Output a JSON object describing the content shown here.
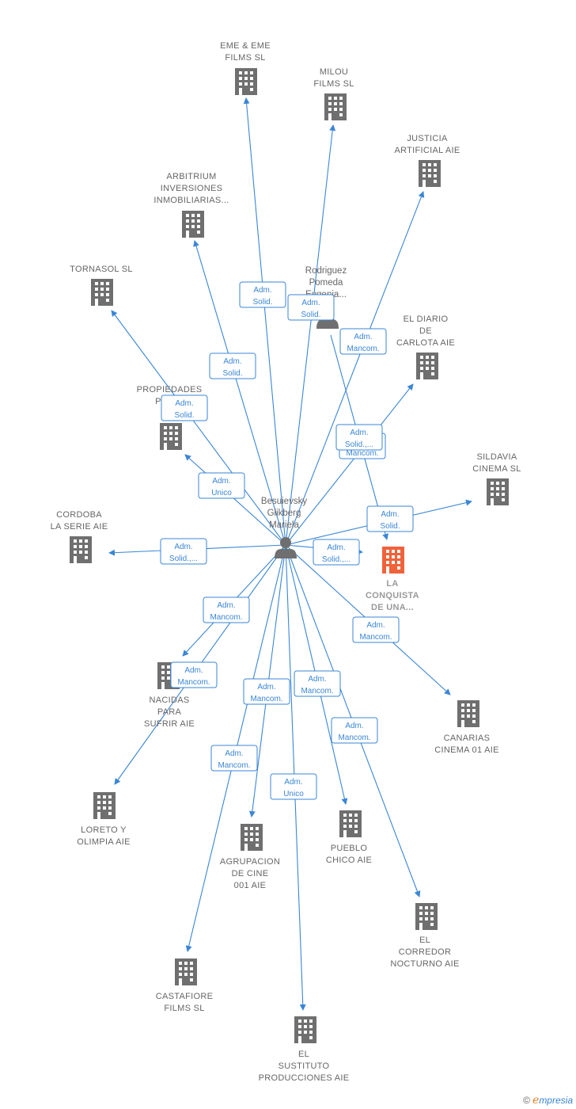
{
  "colors": {
    "edge": "#3a86d6",
    "building": "#6f6f6f",
    "building_highlight": "#f0623a",
    "person": "#6f6f6f",
    "label": "#666666"
  },
  "center": {
    "name_lines": [
      "Besuievsky",
      "Glikberg",
      "Mariela"
    ]
  },
  "secondary": {
    "name_lines": [
      "Rodriguez",
      "Pomeda",
      "Eugenia..."
    ]
  },
  "companies": [
    {
      "id": "eme",
      "lines": [
        "EME & EME",
        "FILMS  SL"
      ]
    },
    {
      "id": "milou",
      "lines": [
        "MILOU",
        "FILMS SL"
      ]
    },
    {
      "id": "justicia",
      "lines": [
        "JUSTICIA",
        "ARTIFICIAL  AIE"
      ]
    },
    {
      "id": "arbitrium",
      "lines": [
        "ARBITRIUM",
        "INVERSIONES",
        "INMOBILIARIAS..."
      ]
    },
    {
      "id": "tornasol",
      "lines": [
        "TORNASOL  SL"
      ]
    },
    {
      "id": "diario",
      "lines": [
        "EL DIARIO",
        "DE",
        "CARLOTA AIE"
      ]
    },
    {
      "id": "propiedades",
      "lines": [
        "PROPIEDADES",
        "PRINC",
        "S"
      ]
    },
    {
      "id": "sildavia",
      "lines": [
        "SILDAVIA",
        "CINEMA  SL"
      ]
    },
    {
      "id": "cordoba",
      "lines": [
        "CORDOBA",
        "LA SERIE AIE"
      ]
    },
    {
      "id": "conquista",
      "lines": [
        "LA",
        "CONQUISTA",
        "DE UNA..."
      ],
      "highlight": true
    },
    {
      "id": "nacidas",
      "lines": [
        "NACIDAS",
        "PARA",
        "SUFRIR AIE"
      ]
    },
    {
      "id": "canarias",
      "lines": [
        "CANARIAS",
        "CINEMA 01 AIE"
      ]
    },
    {
      "id": "loreto",
      "lines": [
        "LORETO Y",
        "OLIMPIA AIE"
      ]
    },
    {
      "id": "agrupacion",
      "lines": [
        "AGRUPACION",
        "DE CINE",
        "001 AIE"
      ]
    },
    {
      "id": "pueblo",
      "lines": [
        "PUEBLO",
        "CHICO  AIE"
      ]
    },
    {
      "id": "corredor",
      "lines": [
        "EL",
        "CORREDOR",
        "NOCTURNO AIE"
      ]
    },
    {
      "id": "castafiore",
      "lines": [
        "CASTAFIORE",
        "FILMS SL"
      ]
    },
    {
      "id": "sustituto",
      "lines": [
        "EL",
        "SUSTITUTO",
        "PRODUCCIONES AIE"
      ]
    }
  ],
  "relations": [
    {
      "id": "r-eme",
      "lines": [
        "Adm.",
        "Solid."
      ]
    },
    {
      "id": "r-milou",
      "lines": [
        "Adm.",
        "Solid."
      ]
    },
    {
      "id": "r-justicia",
      "lines": [
        "Adm.",
        "Mancom."
      ]
    },
    {
      "id": "r-arbitrium",
      "lines": [
        "Adm.",
        "Solid."
      ]
    },
    {
      "id": "r-tornasol",
      "lines": [
        "Adm.",
        "Solid."
      ]
    },
    {
      "id": "r-diario-back",
      "lines": [
        "Adm.",
        "Mancom."
      ]
    },
    {
      "id": "r-diario",
      "lines": [
        "Adm.",
        "Solid.,..."
      ]
    },
    {
      "id": "r-propiedades",
      "lines": [
        "Adm.",
        "Unico"
      ]
    },
    {
      "id": "r-sildavia",
      "lines": [
        "Adm.",
        "Solid."
      ]
    },
    {
      "id": "r-cordoba",
      "lines": [
        "Adm.",
        "Solid.,..."
      ]
    },
    {
      "id": "r-conquista",
      "lines": [
        "Adm.",
        "Solid.,..."
      ]
    },
    {
      "id": "r-nacidas",
      "lines": [
        "Adm.",
        "Mancom."
      ]
    },
    {
      "id": "r-canarias",
      "lines": [
        "Adm.",
        "Mancom."
      ]
    },
    {
      "id": "r-loreto",
      "lines": [
        "Adm.",
        "Mancom."
      ]
    },
    {
      "id": "r-agrupacion",
      "lines": [
        "Adm.",
        "Mancom."
      ]
    },
    {
      "id": "r-pueblo",
      "lines": [
        "Adm.",
        "Mancom."
      ]
    },
    {
      "id": "r-corredor",
      "lines": [
        "Adm.",
        "Mancom."
      ]
    },
    {
      "id": "r-castafiore",
      "lines": [
        "Adm.",
        "Mancom."
      ]
    },
    {
      "id": "r-sustituto",
      "lines": [
        "Adm.",
        "Unico"
      ]
    },
    {
      "id": "r-secondary",
      "lines": [
        "Adm.",
        "Solid."
      ]
    }
  ],
  "footer": {
    "copyright": "©",
    "brand_initial": "e",
    "brand_rest": "mpresia"
  }
}
